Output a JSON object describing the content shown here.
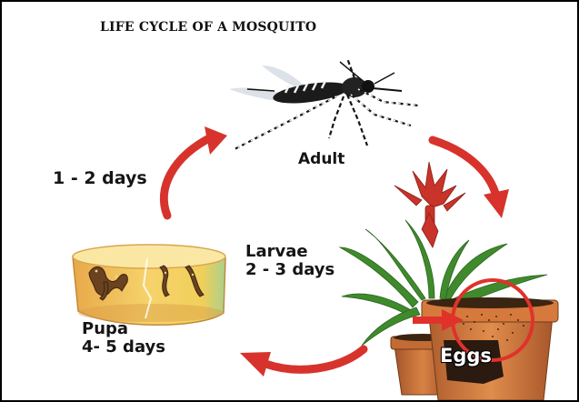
{
  "title": "LIFE CYCLE OF A MOSQUITO",
  "stages": {
    "adult": "Adult",
    "adult_duration": "1 - 2 days",
    "larvae": "Larvae",
    "larvae_duration": "2 - 3 days",
    "pupa": "Pupa",
    "pupa_duration": "4- 5 days",
    "eggs": "Eggs"
  },
  "colors": {
    "arrow": "#d7332c",
    "pot": "#c9703a",
    "leaf": "#3f8b2c",
    "flower": "#c8332a",
    "dish": "#f0c45a"
  },
  "icons": [
    "mosquito-icon",
    "larvae-dish-icon",
    "flower-pot-icon",
    "cycle-arrow-icon"
  ]
}
